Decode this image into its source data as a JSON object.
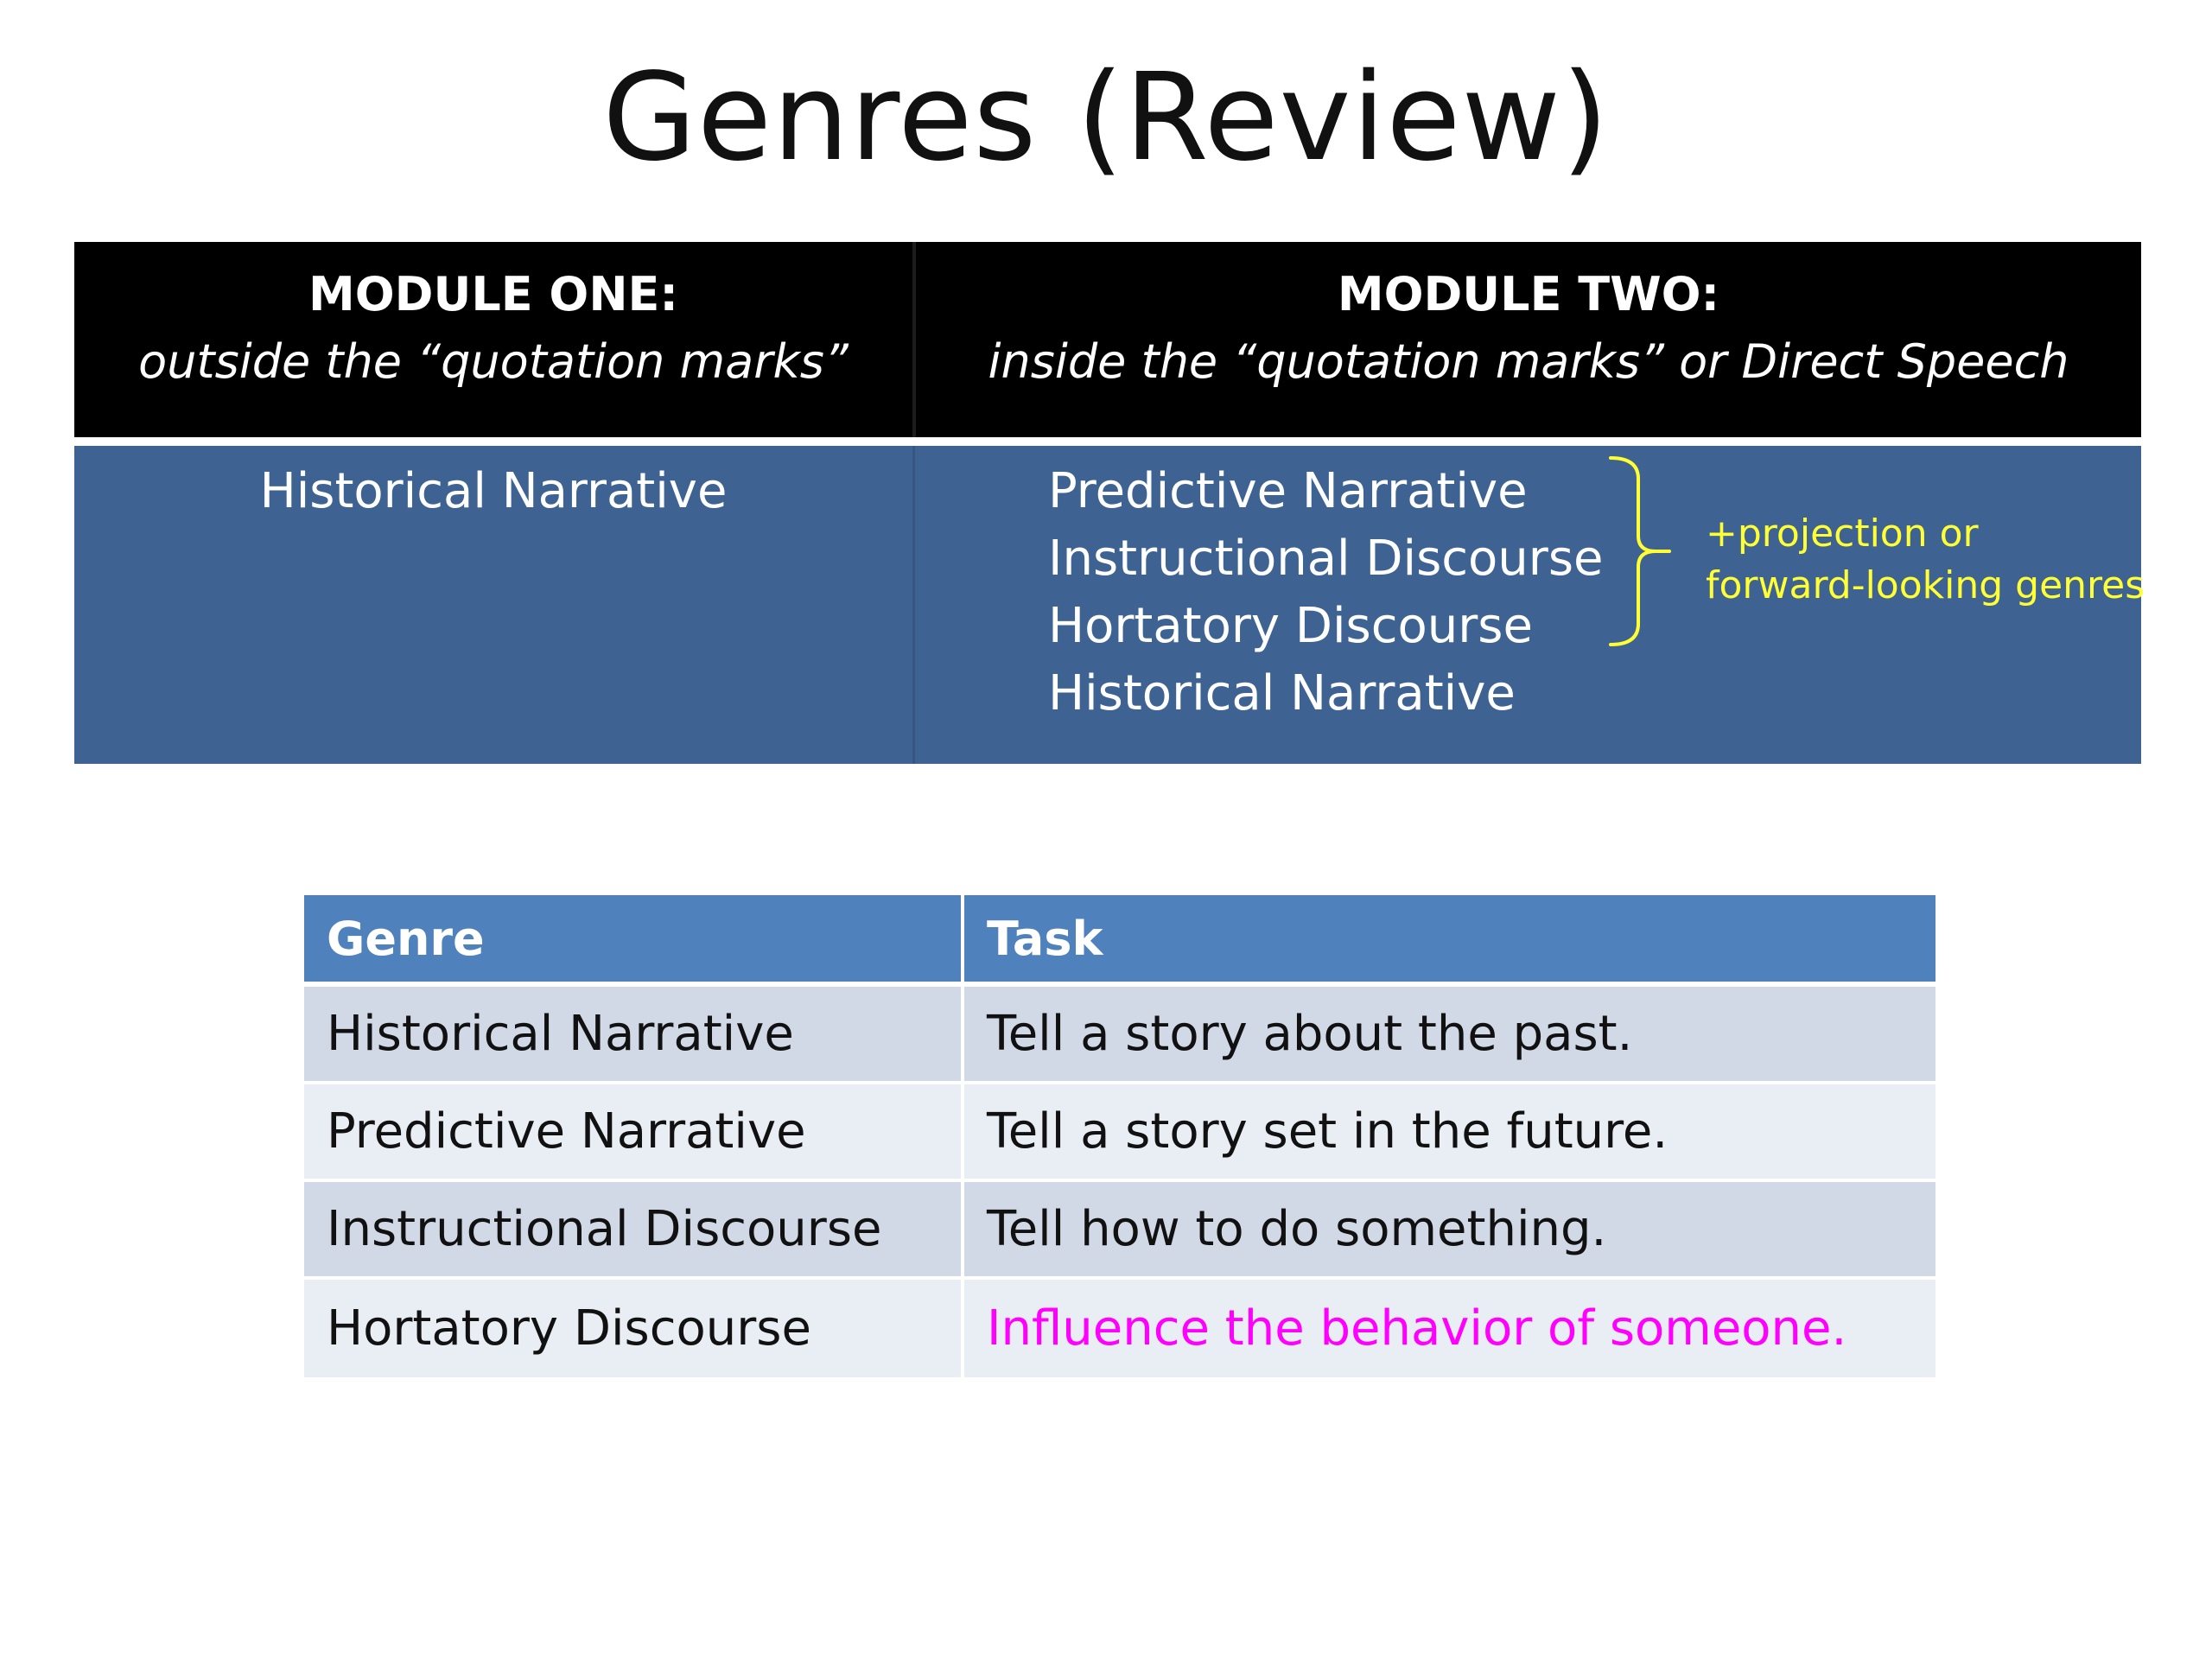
{
  "slide": {
    "title": "Genres (Review)"
  },
  "modules": {
    "one": {
      "heading": "MODULE ONE:",
      "subheading": "outside the “quotation marks”",
      "genres": [
        "Historical Narrative"
      ]
    },
    "two": {
      "heading": "MODULE TWO:",
      "subheading": "inside the “quotation marks” or Direct Speech",
      "genres": [
        "Predictive Narrative",
        "Instructional Discourse",
        "Hortatory Discourse",
        "Historical Narrative"
      ],
      "annotation_line1": "+projection or",
      "annotation_line2": "forward-looking genres"
    }
  },
  "genre_table": {
    "headers": [
      "Genre",
      "Task"
    ],
    "rows": [
      [
        "Historical Narrative",
        "Tell a story about the past."
      ],
      [
        "Predictive Narrative",
        "Tell a story set in the future."
      ],
      [
        "Instructional Discourse",
        "Tell how to do something."
      ],
      [
        "Hortatory Discourse",
        "Influence the behavior of someone."
      ]
    ]
  },
  "colors": {
    "header_black": "#000000",
    "module_body_blue": "#3e6393",
    "annotation_yellow": "#ffff33",
    "table_header_blue": "#4f81bd",
    "row_odd": "#d1d9e7",
    "row_even": "#e9edf4",
    "highlight_magenta": "#ff00ff"
  }
}
